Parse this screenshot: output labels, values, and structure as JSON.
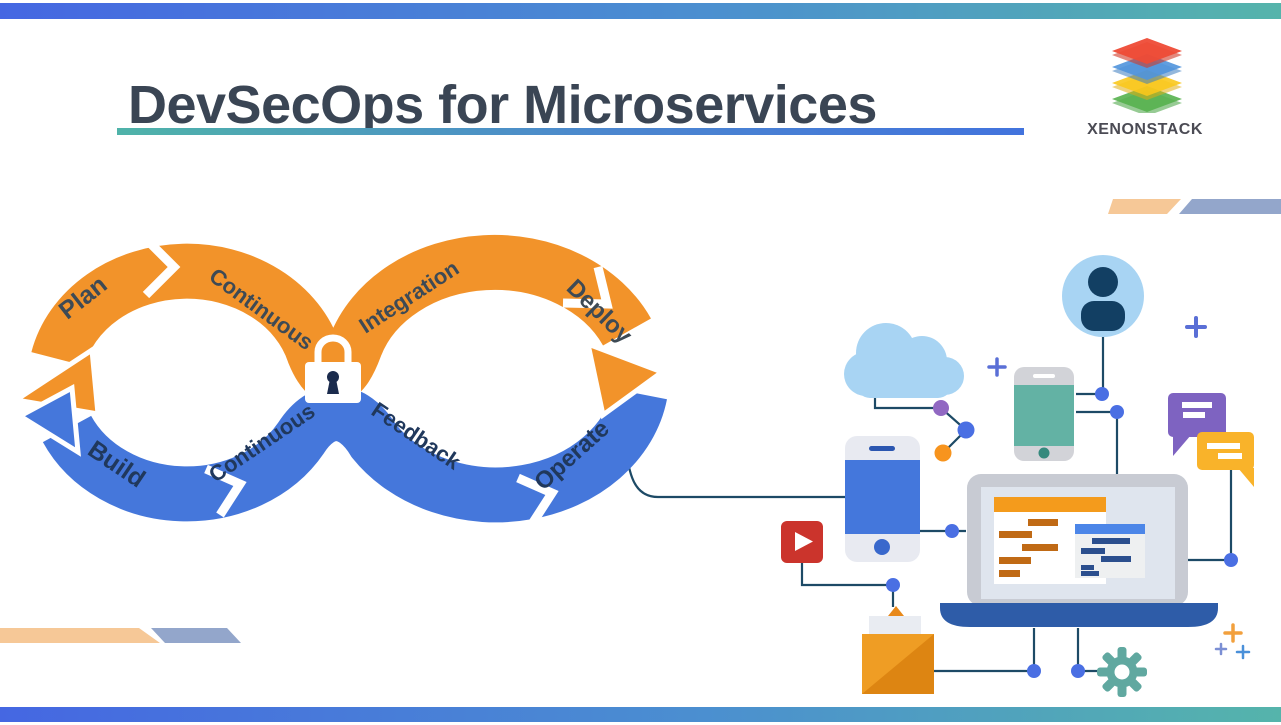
{
  "header": {
    "title": "DevSecOps for Microservices",
    "brand": "XENONSTACK",
    "logo_icon": "layered-stack-icon",
    "title_color": "#3A4554",
    "accent_gradient": [
      "#4567E2",
      "#55B4AB"
    ]
  },
  "loop": {
    "type": "devsecops-infinity-loop",
    "lock_icon": "security-lock-icon",
    "dev_band_color": "#F2932A",
    "ops_band_color": "#4577DB",
    "stages": {
      "plan": "Plan",
      "continuous_top": "Continuous",
      "integration": "Integration",
      "deploy": "Deploy",
      "operate": "Operate",
      "feedback": "Feedback",
      "continuous_bottom": "Continuous",
      "build": "Build"
    }
  },
  "illustration": {
    "icons": [
      "cloud-icon",
      "network-nodes-icon",
      "user-avatar-icon",
      "teal-smartphone-icon",
      "blue-smartphone-icon",
      "video-play-icon",
      "email-envelope-icon",
      "laptop-code-icon",
      "gear-icon",
      "chat-bubble-purple-icon",
      "chat-bubble-yellow-icon",
      "sparkle-plus-icon"
    ],
    "colors": {
      "cloud": "#A8D4F3",
      "avatar": "#123F63",
      "teal_screen": "#63B2A4",
      "blue_screen": "#4477DC",
      "play_button": "#CB342C",
      "envelope": "#EF9D24",
      "laptop_base": "#2E5CA8",
      "gear": "#60A8A0",
      "bubble_purple": "#7E63C1",
      "bubble_yellow": "#F9B32A",
      "connector": "#1D4A66",
      "node_blue": "#4A6FE3",
      "node_purple": "#9168C2",
      "node_orange": "#F7941E"
    }
  }
}
